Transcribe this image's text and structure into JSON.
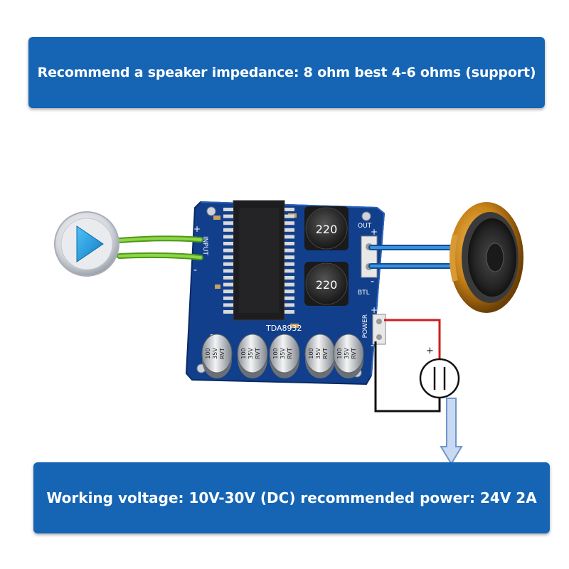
{
  "banners": {
    "top": "Recommend a speaker impedance: 8 ohm best 4-6 ohms (support)",
    "bottom": "Working voltage: 10V-30V (DC) recommended power: 24V 2A"
  },
  "board": {
    "chip_label": "TDA8932",
    "input_label": "INPUT",
    "out_label": "OUT",
    "btl_label": "BTL",
    "power_label": "POWER",
    "plus": "+",
    "minus": "-",
    "inductors": [
      "220",
      "220"
    ],
    "capacitors": [
      {
        "value": "100",
        "voltage": "35V",
        "brand": "RVT"
      },
      {
        "value": "100",
        "voltage": "35V",
        "brand": "RVT"
      },
      {
        "value": "100",
        "voltage": "35V",
        "brand": "RVT"
      },
      {
        "value": "100",
        "voltage": "35V",
        "brand": "RVT"
      },
      {
        "value": "100",
        "voltage": "35V",
        "brand": "RVT"
      }
    ]
  },
  "supply": {
    "plus": "+",
    "minus": "-"
  },
  "colors": {
    "banner": "#1565b4",
    "pcb": "#123f8c",
    "input_wire": "#6fbf2a",
    "output_wire": "#1d6fc0",
    "positive_wire": "#cc1f1f",
    "negative_wire": "#111111",
    "arrow": "#8fb4de"
  },
  "icons": {
    "audio_source": "play-button-icon",
    "speaker": "speaker-icon",
    "power_supply": "dc-source-icon"
  }
}
